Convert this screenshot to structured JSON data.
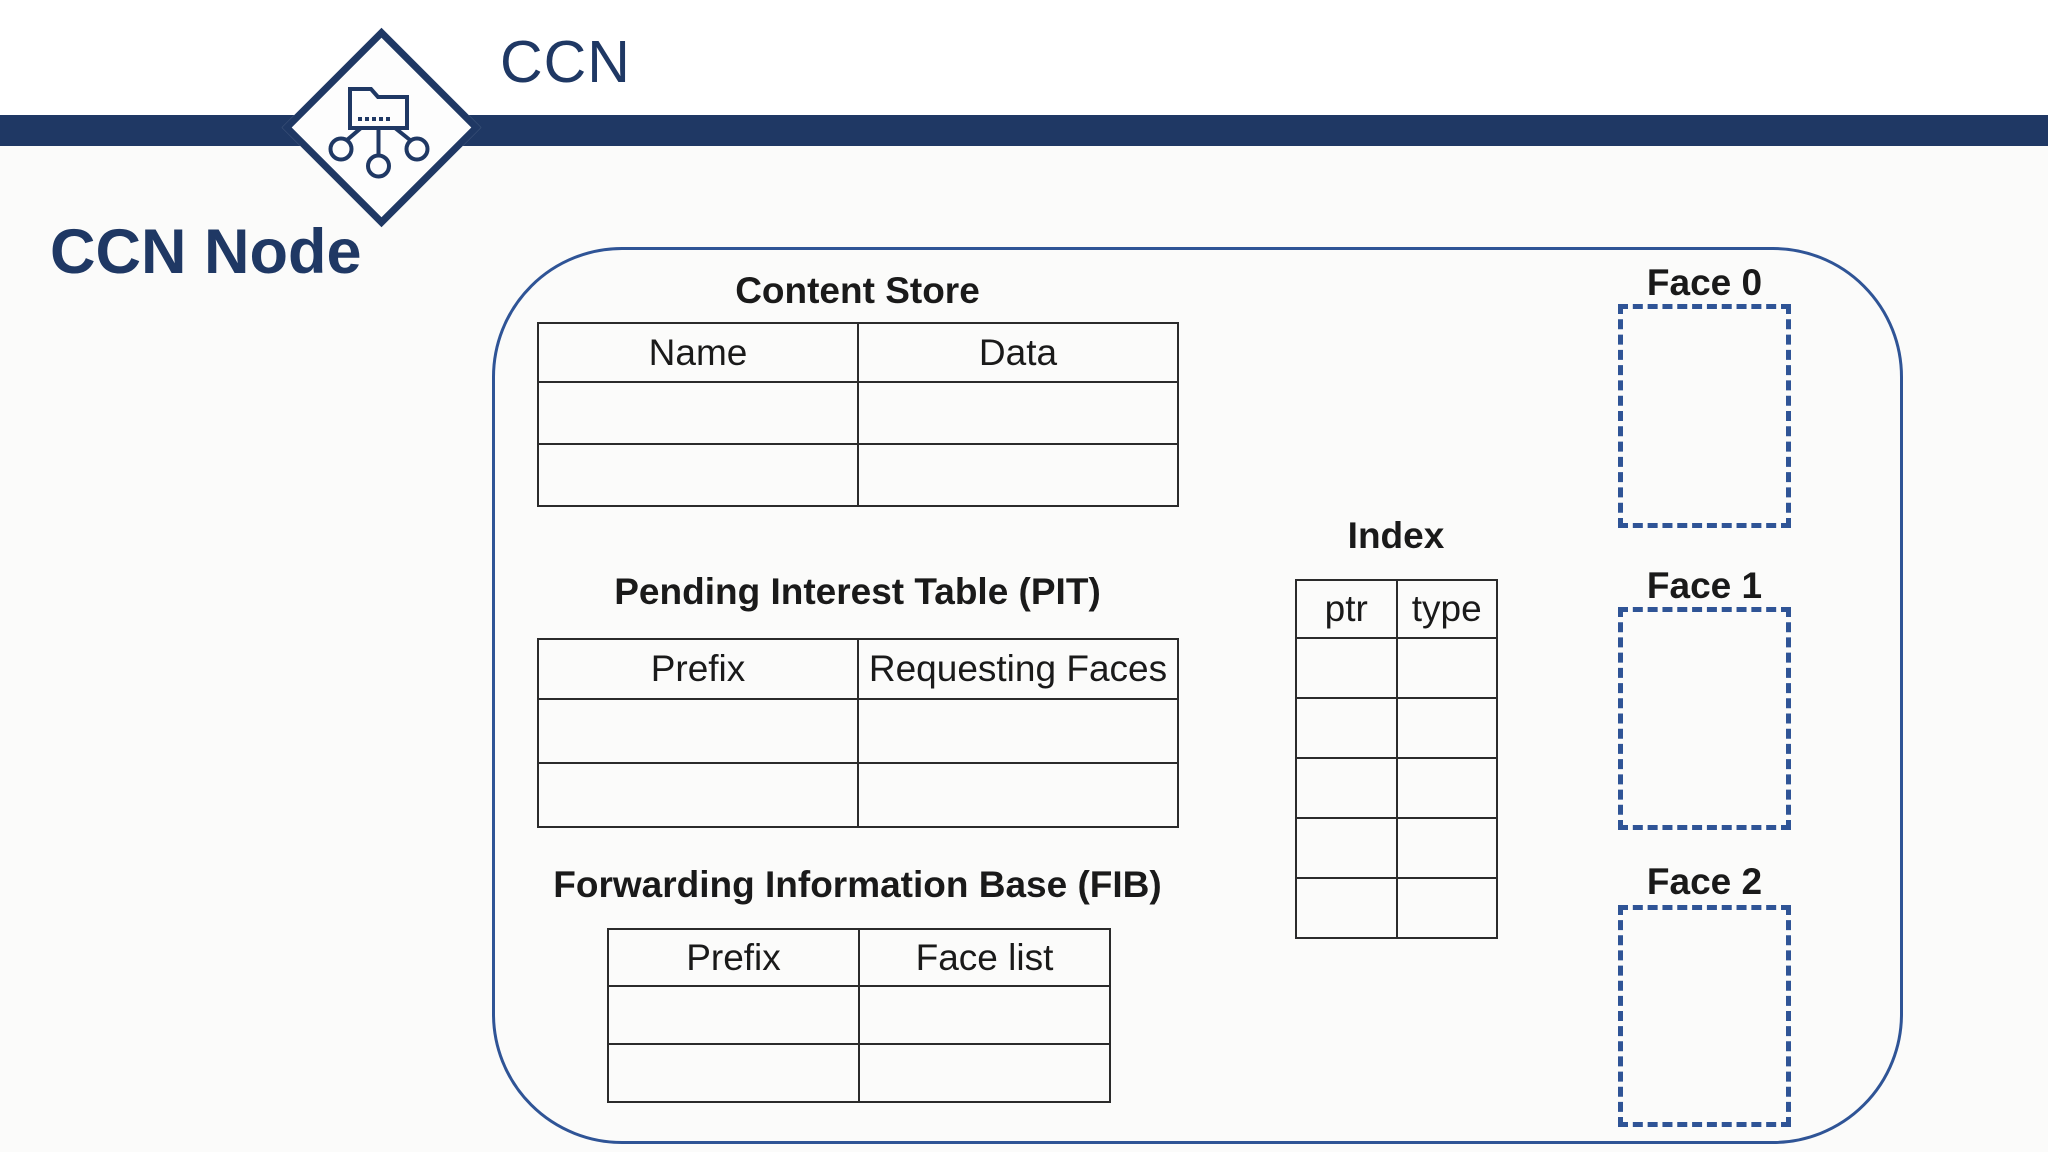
{
  "colors": {
    "navy": "#1F3864",
    "outline_blue": "#2F5496",
    "table_border": "#2B2B2B",
    "text": "#1A1A1A",
    "background": "#FBFBFA"
  },
  "header": {
    "brand": "CCN",
    "icon": "folder-tree-icon"
  },
  "page_title": "CCN Node",
  "node": {
    "content_store": {
      "title": "Content Store",
      "columns": [
        "Name",
        "Data"
      ],
      "rows": [
        [
          "",
          ""
        ],
        [
          "",
          ""
        ]
      ]
    },
    "pit": {
      "title": "Pending Interest Table (PIT)",
      "columns": [
        "Prefix",
        "Requesting Faces"
      ],
      "rows": [
        [
          "",
          ""
        ],
        [
          "",
          ""
        ]
      ]
    },
    "fib": {
      "title": "Forwarding Information Base (FIB)",
      "columns": [
        "Prefix",
        "Face list"
      ],
      "rows": [
        [
          "",
          ""
        ],
        [
          "",
          ""
        ]
      ]
    },
    "index": {
      "title": "Index",
      "columns": [
        "ptr",
        "type"
      ],
      "rows": [
        [
          "",
          ""
        ],
        [
          "",
          ""
        ],
        [
          "",
          ""
        ],
        [
          "",
          ""
        ],
        [
          "",
          ""
        ]
      ]
    },
    "faces": [
      {
        "label": "Face 0"
      },
      {
        "label": "Face 1"
      },
      {
        "label": "Face 2"
      }
    ]
  }
}
